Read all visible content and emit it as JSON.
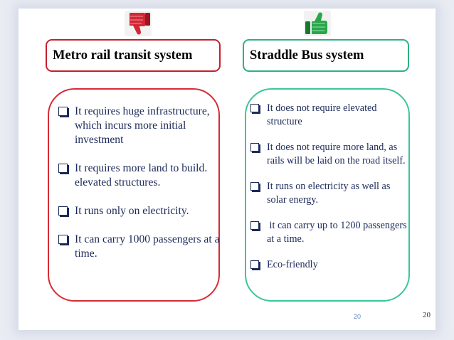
{
  "left": {
    "icon": "thumbs-down-icon",
    "title": "Metro rail transit system",
    "points": [
      "It requires huge infrastructure, which incurs more initial investment",
      "It requires more land to build. elevated structures.",
      "It runs only on electricity.",
      "It can carry 1000 passengers at a time."
    ]
  },
  "right": {
    "icon": "thumbs-up-icon",
    "title": "Straddle Bus system",
    "points": [
      "It does not require elevated structure",
      "It does not require more land, as rails will be laid on the road itself.",
      "It runs on electricity as well as solar energy.",
      " it can carry up to 1200 passengers at a time.",
      "Eco-friendly"
    ]
  },
  "footer": {
    "inner_page": "20",
    "page_number": "20"
  },
  "colors": {
    "left_accent": "#c4202e",
    "right_accent": "#2fb080",
    "text": "#1b2a5a"
  }
}
